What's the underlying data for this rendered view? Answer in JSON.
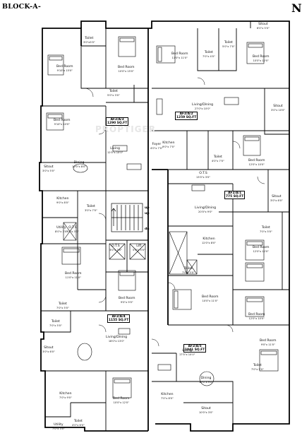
{
  "block_title": "BLOCK-A-",
  "north_mark": "N",
  "watermark": "PROPTIGER",
  "stair": {
    "up": "up",
    "up2": "up",
    "dn": "dn"
  },
  "apartments": [
    {
      "id": "a1",
      "code": "AF2/A/3",
      "area": "1290 SQ.FT"
    },
    {
      "id": "a2",
      "code": "AF2/A/2",
      "area": "1259 SQ.FT"
    },
    {
      "id": "a3",
      "code": "AF2/A/1",
      "area": "775 SQ.FT"
    },
    {
      "id": "a4",
      "code": "AF2/A/4",
      "area": "1155 SQ.FT"
    },
    {
      "id": "a5",
      "code": "AF2/A/5",
      "area": "1041 SQ.FT"
    }
  ],
  "rooms": [
    {
      "id": "r1",
      "name": "Toilet",
      "dim": "3'0\"x5'0\""
    },
    {
      "id": "r2",
      "name": "Bed Room",
      "dim": "9'10\"x 15'0\""
    },
    {
      "id": "r3",
      "name": "Bed Room",
      "dim": "10'0\"x 15'0\""
    },
    {
      "id": "r4",
      "name": "Bed Room",
      "dim": "11'0\"x 11'0\""
    },
    {
      "id": "r5",
      "name": "Toilet",
      "dim": "7'0\"x 4'0\""
    },
    {
      "id": "r6",
      "name": "Toilet",
      "dim": "5'0\"x 7'0\""
    },
    {
      "id": "r7",
      "name": "Bed Room",
      "dim": "10'0\"x 12'0\""
    },
    {
      "id": "r8",
      "name": "Sitout",
      "dim": "6'0\"x 5'0\""
    },
    {
      "id": "r9",
      "name": "Toilet",
      "dim": "5'0\"x 3'0\""
    },
    {
      "id": "r10",
      "name": "Living/Dining",
      "dim": "27'0\"x 10'0\""
    },
    {
      "id": "r11",
      "name": "Sitout",
      "dim": "3'0\"x 10'0\""
    },
    {
      "id": "r12",
      "name": "Bed Room",
      "dim": "9'10\"x 10'0\""
    },
    {
      "id": "r13",
      "name": "Kitchen",
      "dim": "9'0\"x 7'0\""
    },
    {
      "id": "r14",
      "name": "Foyer",
      "dim": "4'0\"x 7'0\""
    },
    {
      "id": "r15",
      "name": "Living",
      "dim": "12'0\"x 10'0\""
    },
    {
      "id": "r16",
      "name": "Toilet",
      "dim": "4'0\"x 7'0\""
    },
    {
      "id": "r17",
      "name": "Bed Room",
      "dim": "12'0\"x 10'0\""
    },
    {
      "id": "r18",
      "name": "Sitout",
      "dim": "3'0\"x 5'0\""
    },
    {
      "id": "r19",
      "name": "Dining",
      "dim": "10'0\"x 8'0\""
    },
    {
      "id": "r20",
      "name": "O.T.S",
      "dim": "13'0\"x 3'0\""
    },
    {
      "id": "r21",
      "name": "Living/Dining",
      "dim": "20'0\"x 9'0\""
    },
    {
      "id": "r22",
      "name": "Sitout",
      "dim": "3'0\"x 6'0\""
    },
    {
      "id": "r23",
      "name": "Kitchen",
      "dim": "9'0\"x 8'0\""
    },
    {
      "id": "r24",
      "name": "Toilet",
      "dim": "3'0\"x 7'0\""
    },
    {
      "id": "r25",
      "name": "Utility",
      "dim": "8'0\"x 3'0\""
    },
    {
      "id": "r26",
      "name": "O.T.S",
      "dim": "3'0\"x 3'0\""
    },
    {
      "id": "r27",
      "name": "Toilet",
      "dim": "7'0\"x 5'0\""
    },
    {
      "id": "r28",
      "name": "Kitchen",
      "dim": "12'0\"x 8'0\""
    },
    {
      "id": "r29",
      "name": "Bed Room",
      "dim": "12'0\"x 12'0\""
    },
    {
      "id": "r30",
      "name": "O.T.S",
      "dim": "3'0\"x 3'0\""
    },
    {
      "id": "r31",
      "name": "LIft",
      "dim": "5'0\"x 5'0\""
    },
    {
      "id": "r32",
      "name": "Bed Room",
      "dim": "11'0\"x 11'0\""
    },
    {
      "id": "r33",
      "name": "Bed Room",
      "dim": "9'0\"x 9'0\""
    },
    {
      "id": "r34",
      "name": "Toilet",
      "dim": "7'0\"x 5'0\""
    },
    {
      "id": "r35",
      "name": "Bed Room",
      "dim": "10'0\"x 11'0\""
    },
    {
      "id": "r36",
      "name": "Bed Room",
      "dim": "12'0\"x 10'0\""
    },
    {
      "id": "r37",
      "name": "Toilet",
      "dim": "7'0\"x 5'0\""
    },
    {
      "id": "r38",
      "name": "Toilet",
      "dim": "7'0\"x 5'0\""
    },
    {
      "id": "r39",
      "name": "Living/Dining",
      "dim": "18'0\"x 13'0\""
    },
    {
      "id": "r40",
      "name": "Sitout",
      "dim": "3'0\"x 6'0\""
    },
    {
      "id": "r41",
      "name": "Living",
      "dim": "17'0\"x 10'0\""
    },
    {
      "id": "r42",
      "name": "Bed Room",
      "dim": "9'0\"x 11'0\""
    },
    {
      "id": "r43",
      "name": "Toilet",
      "dim": "7'0\"x 5'0\""
    },
    {
      "id": "r44",
      "name": "Dining",
      "dim": "10'0\"x 9'0\""
    },
    {
      "id": "r45",
      "name": "Kitchen",
      "dim": "7'0\"x 9'0\""
    },
    {
      "id": "r46",
      "name": "Bed Room",
      "dim": "10'0\"x 12'0\""
    },
    {
      "id": "r47",
      "name": "Kitchen",
      "dim": "7'0\"x 8'0\""
    },
    {
      "id": "r48",
      "name": "Sitout",
      "dim": "10'0\"x 3'0\""
    },
    {
      "id": "r49",
      "name": "Toilet",
      "dim": "4'0\"x 6'0\""
    },
    {
      "id": "r50",
      "name": "Utility",
      "dim": "7'0\"x 3'0\""
    }
  ]
}
